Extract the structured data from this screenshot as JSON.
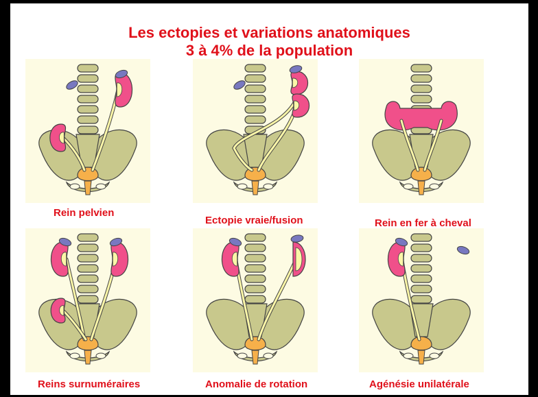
{
  "title": {
    "line1": "Les ectopies et variations anatomiques",
    "line2": "3 à 4% de la population"
  },
  "panels": [
    {
      "caption": "Rein pelvien"
    },
    {
      "caption": "Ectopie vraie/fusion"
    },
    {
      "caption": "Rein en fer à cheval"
    },
    {
      "caption": "Reins surnuméraires"
    },
    {
      "caption": "Anomalie de rotation"
    },
    {
      "caption": "Agénésie unilatérale"
    }
  ],
  "colors": {
    "background": "#fdfbe3",
    "kidney": "#f0508a",
    "adrenal": "#7878c0",
    "bone": "#c8c88c",
    "ureter": "#fbf6a8",
    "bladder": "#f6b04a",
    "title": "#e0101a"
  }
}
